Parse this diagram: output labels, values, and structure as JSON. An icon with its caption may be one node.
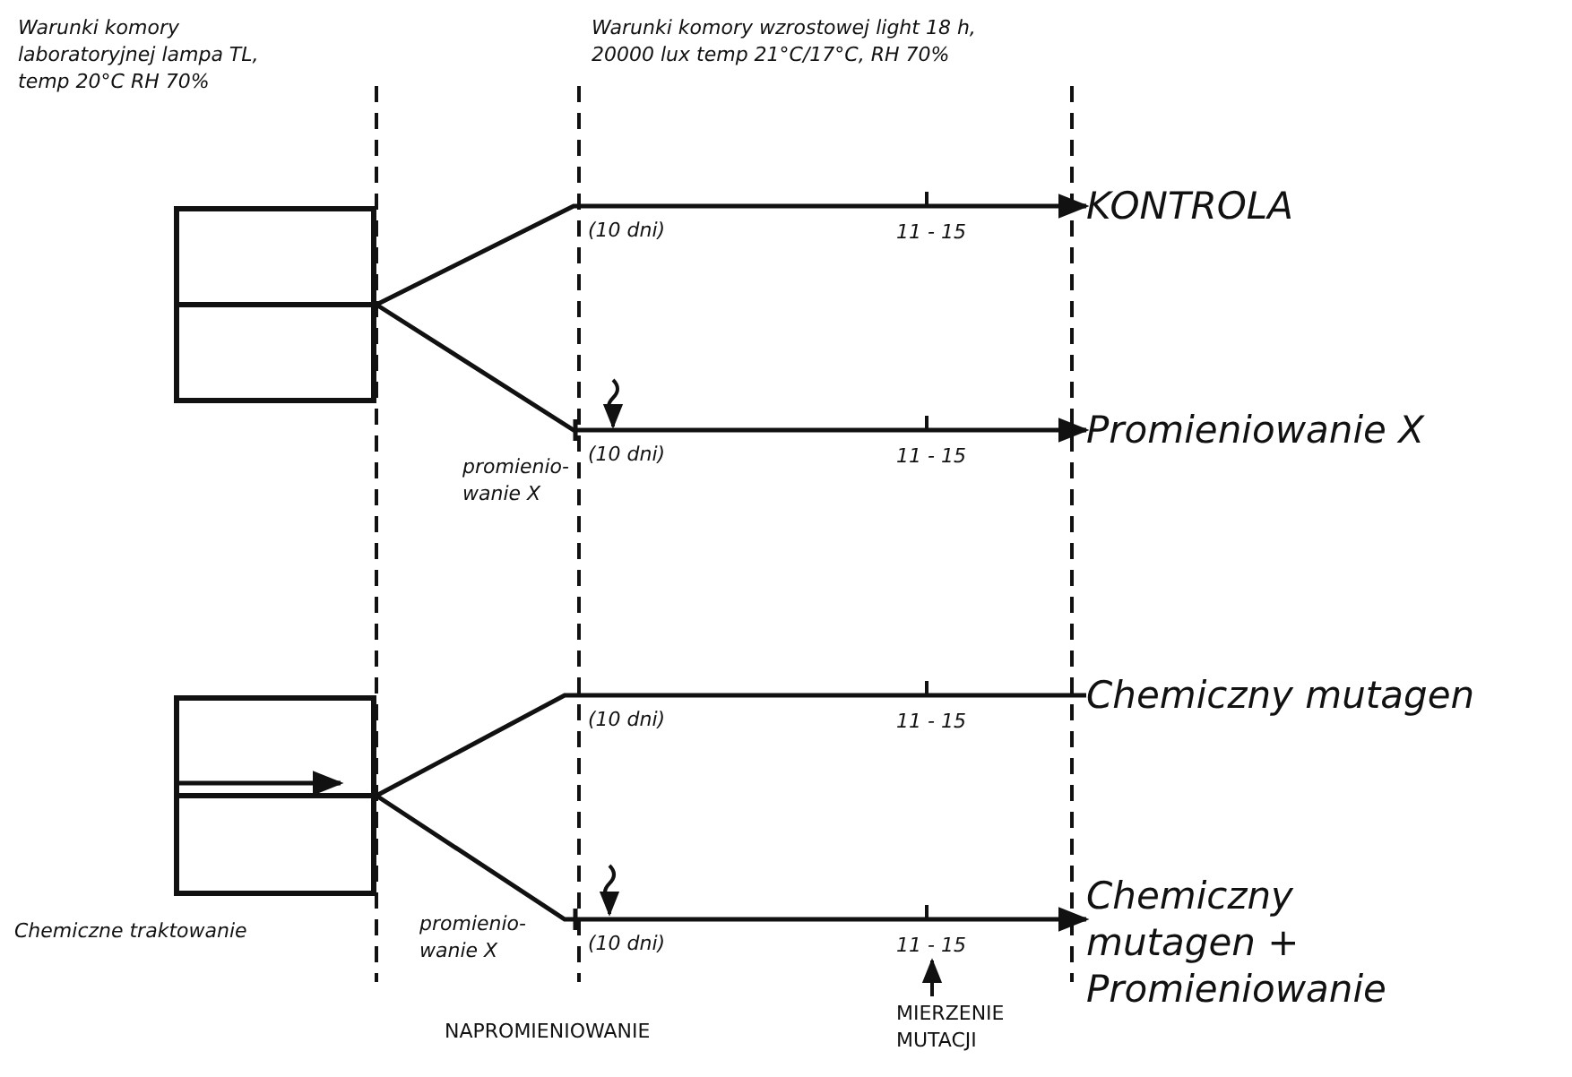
{
  "diagram": {
    "nodes": [
      {
        "text": [],
        "shape": "box"
      },
      {
        "text": [
          "KONTROLA"
        ]
      },
      {
        "text": [
          "Promieniowanie X"
        ]
      },
      {
        "text": [],
        "shape": "box"
      },
      {
        "text": [
          "Chemiczny mutagen"
        ]
      },
      {
        "text": [
          "Chemiczny mutagen + Promieniowanie"
        ]
      }
    ],
    "edges": [
      {
        "from": 0,
        "to": 1,
        "arrow": "to"
      },
      {
        "from": 0,
        "to": 2,
        "arrow": "to"
      },
      {
        "from": 3,
        "to": 4,
        "arrow": "none"
      },
      {
        "from": 3,
        "to": 5,
        "arrow": "to"
      }
    ],
    "labels": [
      "Warunki komory laboratoryjnej lampa TL, temp 20°C RH 70%",
      "Warunki komory wzrostowej light 18 h, 20000 lux temp 21°C/17°C, RH 70%",
      "(10 dni)",
      "11 - 15",
      "promienio- wanie X",
      "(10 dni)",
      "11 - 15",
      "(10 dni)",
      "11 - 15",
      "Chemiczne traktowanie",
      "promienio- wanie X",
      "(10 dni)",
      "11 - 15",
      "NAPROMIENIOWANIE",
      "MIERZENIE MUTACJI"
    ]
  }
}
